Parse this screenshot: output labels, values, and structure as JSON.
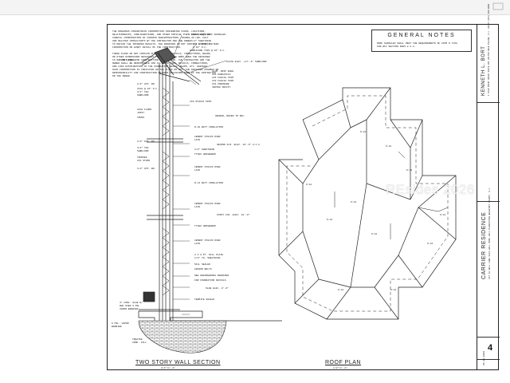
{
  "general_notes": {
    "title": "GENERAL NOTES",
    "text": "ROOF SHINGLES SHALL MEET THE REQUIREMENTS OF ASTM D 7158\nFOR WIC SECTION R905.2.4.1."
  },
  "drawing_notes": [
    "THE DRAWINGS CONCENTRATE INFORMATION CONCERNING SIZES, LOCATIONS,",
    "RELATIONSHIPS, CONFIGURATIONS, AND OTHER SIMILAR ITEMS WHICH REQUIRE",
    "CAREFUL COORDINATION OF VARIOUS SUBCONTRACTORS, TRADES,",
    "AND RELATED CONSULTANTS BY THE CONTRACTOR AND THE OWNER",
    "TO OBTAIN THE INTENDED RESULTS. THE DRAWINGS DO NOT CONTAIN EXPLICIT",
    "INFORMATION ON EVERY DETAIL OF THE CONSTRUCTION.",
    "",
    "THESE PLANS DO NOT CONTAIN ALL TECHNICAL DETAILS, CONNECTIONS, BEAMS,",
    "OR OTHER DIMENSIONS NECESSARY TO COMPLETE THE WORK WHEN THE DESIGNER",
    "IS NOT RETAINED FOR CONSTRUCTION OBSERVATION. THE CONTRACTOR AND THE",
    "OWNER SHALL BE RESPONSIBLE FOR ALL STRUCTURAL DETAILS, CONNECTIONS,",
    "AND LOAD DISTRIBUTION TO THE FOUNDATION WALLS, BEAMS, ETC. WHETHER",
    "SAID INFORMATION IS INDICATED ON THE PLANS OR NOT. THE DESIGNER ASSUMES NO",
    "RESPONSIBILITY FOR CONSTRUCTION METHODS DECISIONS MADE BY THE CONTRACTOR",
    "OR THE OWNER."
  ],
  "wall_section": {
    "caption": "TWO STORY WALL SECTION",
    "scale": "3/4\"=1'-0\"",
    "labels_right": [
      "FIBERGLASS ROOF SHINGLES",
      "30 LBS. FELT",
      "1/2\" SHEATHING",
      "2 X 8 ROOF RAFTERS",
      "@ 16\" O.C.",
      "HURRICANE TIES @ 16\" O.C.",
      "PLATE ELEV. +17'-6\" SUBFLOOR",
      "ALUM. DRIP EDGE",
      "2X6 SUBFASCIA",
      "1X6 FASCIA TRIM",
      "1X8 FASCIA TRIM",
      "2X4 PRESSURE",
      "VENTED SOFFIT",
      "1X6 STUCCO TRIM",
      "HEADER, REFER TO SEC.",
      "R-19 BATT INSULATION",
      "CEMENT STUCCO OVER",
      "LATH",
      "SECOND FLR. ELEV. 10'-0\" A.F.F.",
      "1/2\" SHEATHING",
      "TYVEK HOUSEWRAP",
      "CEMENT STUCCO OVER",
      "LATH",
      "R-13 BATT INSULATION",
      "CEMENT STUCCO OVER",
      "LATH",
      "FIRST FLR. ELEV. 10'-0\"",
      "TYVEK HOUSEWRAP",
      "CEMENT STUCCO OVER",
      "LATH",
      "2 X 6 PT. SILL PLATE",
      "1/2\" TH. SHEATHING",
      "SILL SEALER",
      "ANCHOR BOLTS",
      "SEE ENGINEERING DRAWINGS",
      "FOR FOUNDATION DETAILS",
      "SLAB ELEV. 0'-0\"",
      "TERMITE SHIELD"
    ],
    "labels_left": [
      "FRONT PORCH",
      "1/2\" GYP. BD.",
      "2X10 @ 16\" O.C.",
      "3/4\" T&G",
      "SUBFLOOR",
      "2X10 FLOOR",
      "JOIST",
      "TRUSS",
      "1/2\" GYP. BD.",
      "3/4\" T&G",
      "SUBFLOOR",
      "TRUSSES",
      "2X4 STUDS",
      "1/2\" GYP. BD.",
      "4\" CONC. SLAB W/",
      "WWF OVER 6 MIL",
      "VAPOR BARRIER",
      "6 MIL. VAPOR",
      "BARRIER",
      "TREATED",
      "COMP. FILL"
    ]
  },
  "roof_plan": {
    "caption": "ROOF PLAN",
    "scale": "1/8\"=1'-0\"",
    "pitch_labels": [
      "6:12",
      "6:12",
      "6:12",
      "6:12",
      "6:12",
      "6:12",
      "6:12",
      "6:12",
      "6:12",
      "6:12",
      "6:12"
    ]
  },
  "title_block": {
    "designer": "KENNETH L. BORT",
    "designer_address": "1 STAR POINT DRIVE\nSUITE 201\nHILTON HEAD ISLAND, S.C. 29926\n(843) 689-0000",
    "project": "CARRIER RESIDENCE",
    "project_address": "LOT 31 WELL LANE\nSALE HALL\nROSE HILL PLANTATION\nBEAUFORT COUNTY, S.C.",
    "sheet_number": "4",
    "date": "06-30-2008"
  },
  "watermark": "REsides 2026"
}
